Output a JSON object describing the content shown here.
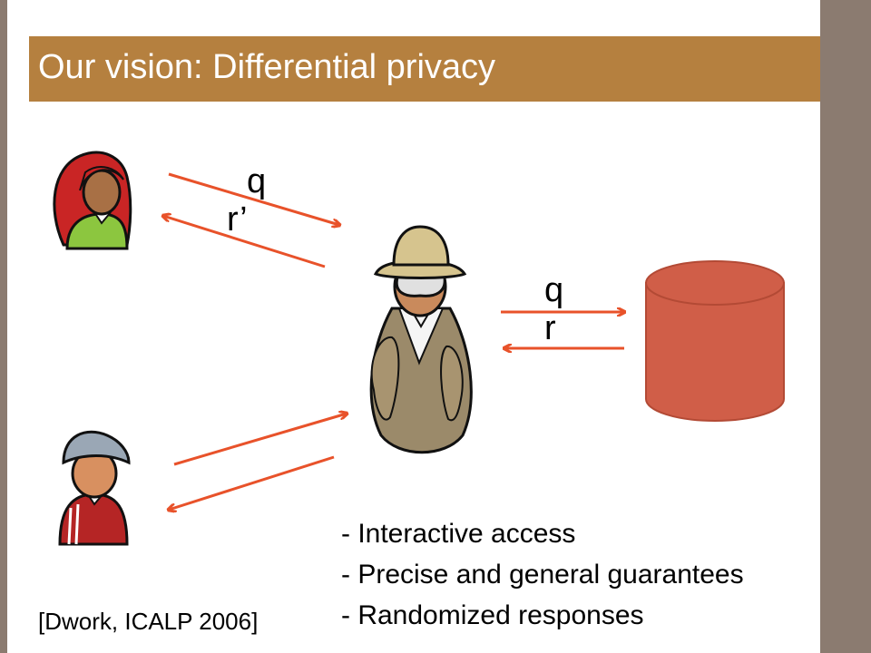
{
  "slide": {
    "title": "Our vision: Differential privacy",
    "citation": "[Dwork, ICALP 2006]"
  },
  "labels": {
    "top_query": "q",
    "top_response": "r’",
    "db_query": "q",
    "db_response": "r"
  },
  "bullets": [
    "- Interactive access",
    "- Precise and general guarantees",
    "- Randomized responses"
  ],
  "colors": {
    "title_bar": "#b5803f",
    "side_bars": "#8b7b70",
    "arrow": "#e8522a",
    "database": "#d05e48"
  },
  "icons": [
    "female-user-icon",
    "analyst-icon",
    "database-icon",
    "male-user-icon"
  ]
}
